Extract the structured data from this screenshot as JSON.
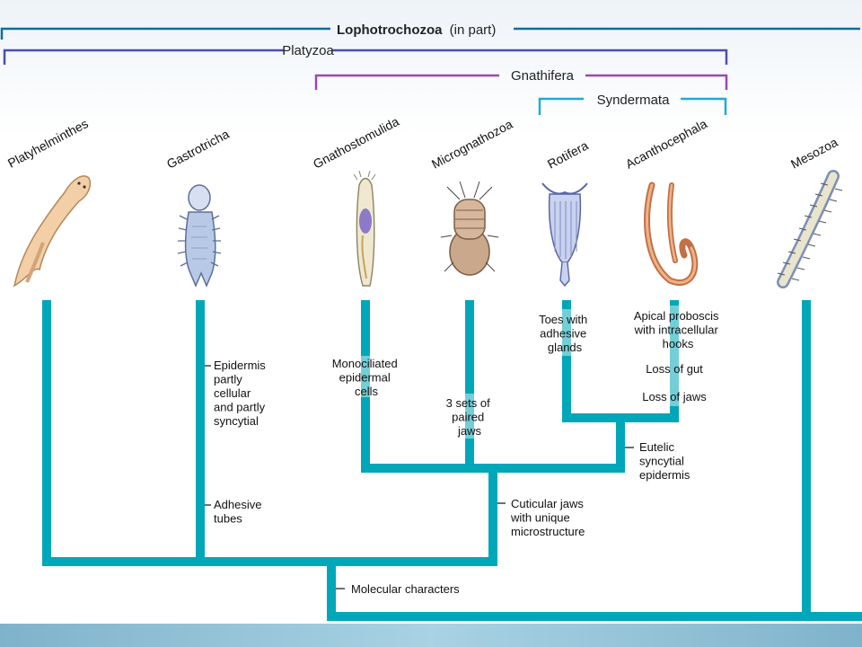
{
  "colors": {
    "branch": "#00a7b8",
    "lophotrochozoa": "#0f6e9a",
    "platyzoa": "#4b4db2",
    "gnathifera": "#9b48b0",
    "syndermata": "#22a9d8",
    "background_top": "#f4f7fb",
    "footer": "#8dbfd6"
  },
  "groups": {
    "lophotrochozoa": {
      "name": "Lophotrochozoa",
      "suffix": "(in part)"
    },
    "platyzoa": {
      "name": "Platyzoa"
    },
    "gnathifera": {
      "name": "Gnathifera"
    },
    "syndermata": {
      "name": "Syndermata"
    }
  },
  "taxa": [
    {
      "name": "Platyhelminthes"
    },
    {
      "name": "Gastrotricha"
    },
    {
      "name": "Gnathostomulida"
    },
    {
      "name": "Micrognathozoa"
    },
    {
      "name": "Rotifera"
    },
    {
      "name": "Acanthocephala"
    },
    {
      "name": "Mesozoa"
    }
  ],
  "characters": {
    "gastro_1": [
      "Epidermis",
      "partly",
      "cellular",
      "and partly",
      "syncytial"
    ],
    "gastro_2": [
      "Adhesive",
      "tubes"
    ],
    "gnatho": [
      "Monociliated",
      "epidermal",
      "cells"
    ],
    "micro": [
      "3 sets of",
      "paired",
      "jaws"
    ],
    "rotifera": [
      "Toes with",
      "adhesive",
      "glands"
    ],
    "acantho_1": [
      "Apical proboscis",
      "with intracellular",
      "hooks"
    ],
    "acantho_2": [
      "Loss of gut"
    ],
    "acantho_3": [
      "Loss of jaws"
    ],
    "syndermata_node": [
      "Eutelic",
      "syncytial",
      "epidermis"
    ],
    "gnathifera_node": [
      "Cuticular jaws",
      "with unique",
      "microstructure"
    ],
    "platyzoa_node": [
      "Molecular characters"
    ]
  }
}
